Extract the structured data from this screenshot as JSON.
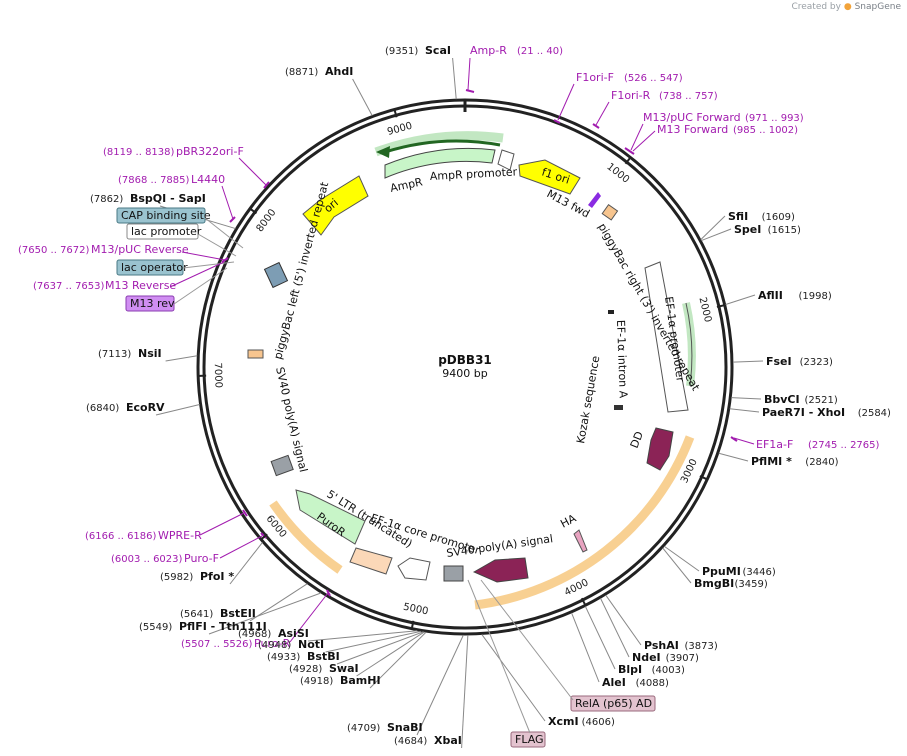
{
  "credit": {
    "prefix": "Created by",
    "brand": "SnapGene"
  },
  "plasmid": {
    "name": "pDBB31",
    "length": 9400,
    "size_label": "9400 bp"
  },
  "colors": {
    "backbone": "#222222",
    "primer": "#a21caf",
    "feature_label": "#d9c6cf",
    "feature_label_teal": "#9ac3cf",
    "feature_label_violet": "#d08ef2",
    "ampr": "#c8f5c8",
    "ori": "#ffff00",
    "dd": "#8b2356",
    "promoter": "#ffffff",
    "orange_glow": "#f0a030",
    "green_glow": "#6cc060"
  },
  "ticks": [
    1000,
    2000,
    3000,
    4000,
    5000,
    6000,
    7000,
    8000,
    9000
  ],
  "tick_labels": [
    "1000",
    "2000",
    "3000",
    "4000",
    "5000",
    "6000",
    "7000",
    "8000",
    "9000"
  ],
  "sites": [
    {
      "name": "ScaI",
      "pos": 9351,
      "pos_label": "(9351)"
    },
    {
      "name": "AhdI",
      "pos": 8871,
      "pos_label": "(8871)"
    },
    {
      "name": "BspQI - SapI",
      "pos": 7862,
      "pos_label": "(7862)"
    },
    {
      "name": "NsiI",
      "pos": 7113,
      "pos_label": "(7113)"
    },
    {
      "name": "EcoRV",
      "pos": 6840,
      "pos_label": "(6840)"
    },
    {
      "name": "PfoI *",
      "pos": 5982,
      "pos_label": "(5982)"
    },
    {
      "name": "BstEII",
      "pos": 5641,
      "pos_label": "(5641)"
    },
    {
      "name": "PflFI - Tth111I",
      "pos": 5549,
      "pos_label": "(5549)"
    },
    {
      "name": "AsiSI",
      "pos": 4968,
      "pos_label": "(4968)"
    },
    {
      "name": "NotI",
      "pos": 4948,
      "pos_label": "(4948)"
    },
    {
      "name": "BstBI",
      "pos": 4933,
      "pos_label": "(4933)"
    },
    {
      "name": "SwaI",
      "pos": 4928,
      "pos_label": "(4928)"
    },
    {
      "name": "BamHI",
      "pos": 4918,
      "pos_label": "(4918)"
    },
    {
      "name": "SnaBI",
      "pos": 4709,
      "pos_label": "(4709)"
    },
    {
      "name": "XbaI",
      "pos": 4684,
      "pos_label": "(4684)"
    },
    {
      "name": "XcmI",
      "pos": 4606,
      "pos_label": "(4606)"
    },
    {
      "name": "AleI",
      "pos": 4088,
      "pos_label": "(4088)"
    },
    {
      "name": "BlpI",
      "pos": 4003,
      "pos_label": "(4003)"
    },
    {
      "name": "NdeI",
      "pos": 3907,
      "pos_label": "(3907)"
    },
    {
      "name": "PshAI",
      "pos": 3873,
      "pos_label": "(3873)"
    },
    {
      "name": "BmgBI",
      "pos": 3459,
      "pos_label": "(3459)"
    },
    {
      "name": "PpuMI",
      "pos": 3446,
      "pos_label": "(3446)"
    },
    {
      "name": "PflMI *",
      "pos": 2840,
      "pos_label": "(2840)"
    },
    {
      "name": "PaeR7I - XhoI",
      "pos": 2584,
      "pos_label": "(2584)"
    },
    {
      "name": "BbvCI",
      "pos": 2521,
      "pos_label": "(2521)"
    },
    {
      "name": "FseI",
      "pos": 2323,
      "pos_label": "(2323)"
    },
    {
      "name": "AflII",
      "pos": 1998,
      "pos_label": "(1998)"
    },
    {
      "name": "SpeI",
      "pos": 1615,
      "pos_label": "(1615)"
    },
    {
      "name": "SfiI",
      "pos": 1609,
      "pos_label": "(1609)"
    }
  ],
  "primers": [
    {
      "name": "Amp-R",
      "range": "(21 .. 40)"
    },
    {
      "name": "F1ori-F",
      "range": "(526 .. 547)"
    },
    {
      "name": "F1ori-R",
      "range": "(738 .. 757)"
    },
    {
      "name": "M13/pUC Forward",
      "range": "(971 .. 993)"
    },
    {
      "name": "M13 Forward",
      "range": "(985 .. 1002)"
    },
    {
      "name": "EF1a-F",
      "range": "(2745 .. 2765)"
    },
    {
      "name": "WPRE-R",
      "range": "(6166 .. 6186)"
    },
    {
      "name": "Puro-F",
      "range": "(6003 .. 6023)"
    },
    {
      "name": "Puro-R",
      "range": "(5507 .. 5526)"
    },
    {
      "name": "pBR322ori-F",
      "range": "(8119 .. 8138)"
    },
    {
      "name": "L4440",
      "range": "(7868 .. 7885)"
    },
    {
      "name": "M13/pUC Reverse",
      "range": "(7650 .. 7672)"
    },
    {
      "name": "M13 Reverse",
      "range": "(7637 .. 7653)"
    }
  ],
  "boxed_features": [
    {
      "name": "CAP binding site",
      "style": "teal"
    },
    {
      "name": "lac promoter",
      "style": "white"
    },
    {
      "name": "lac operator",
      "style": "teal"
    },
    {
      "name": "M13 rev",
      "style": "violet"
    },
    {
      "name": "RelA (p65) AD",
      "style": "pink"
    },
    {
      "name": "FLAG",
      "style": "pink"
    }
  ],
  "features": [
    {
      "name": "AmpR"
    },
    {
      "name": "AmpR promoter"
    },
    {
      "name": "f1 ori"
    },
    {
      "name": "M13 fwd"
    },
    {
      "name": "ori"
    },
    {
      "name": "piggyBac left (5') inverted repeat"
    },
    {
      "name": "piggyBac right (3') inverted repeat"
    },
    {
      "name": "EF-1α promoter"
    },
    {
      "name": "EF-1α intron A"
    },
    {
      "name": "Kozak sequence"
    },
    {
      "name": "DD"
    },
    {
      "name": "HA"
    },
    {
      "name": "SV40 poly(A) signal"
    },
    {
      "name": "SV40 poly(A) signal"
    },
    {
      "name": "EF-1α core promoter"
    },
    {
      "name": "5' LTR (truncated)"
    },
    {
      "name": "PuroR"
    }
  ]
}
